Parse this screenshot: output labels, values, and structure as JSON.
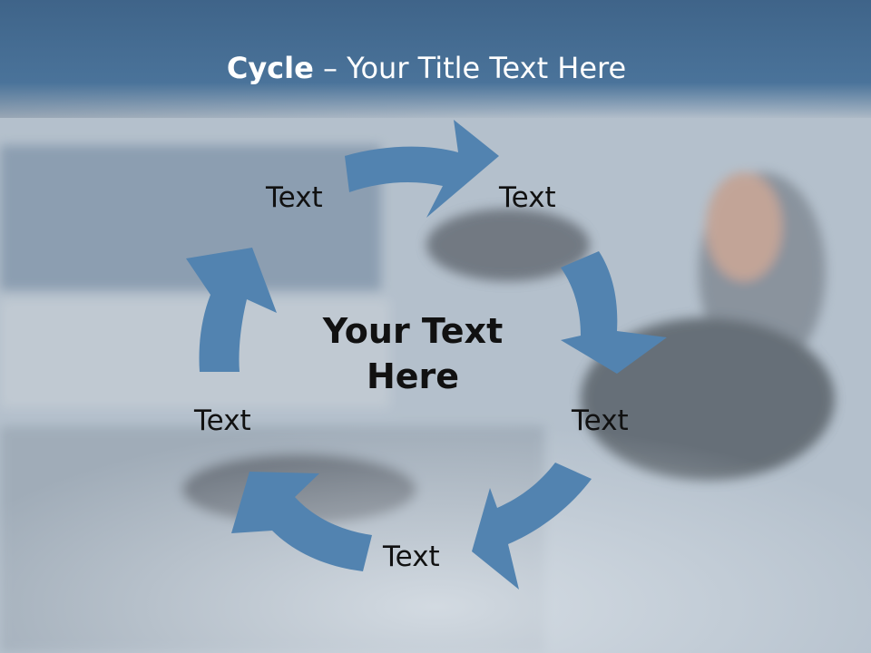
{
  "title": {
    "bold": "Cycle",
    "rest": " – Your Title Text Here"
  },
  "center_text": "Your Text Here",
  "cycle_labels": [
    "Text",
    "Text",
    "Text",
    "Text",
    "Text"
  ],
  "colors": {
    "header": "#4a739a",
    "arrow": "#5283b0",
    "text": "#111111"
  }
}
